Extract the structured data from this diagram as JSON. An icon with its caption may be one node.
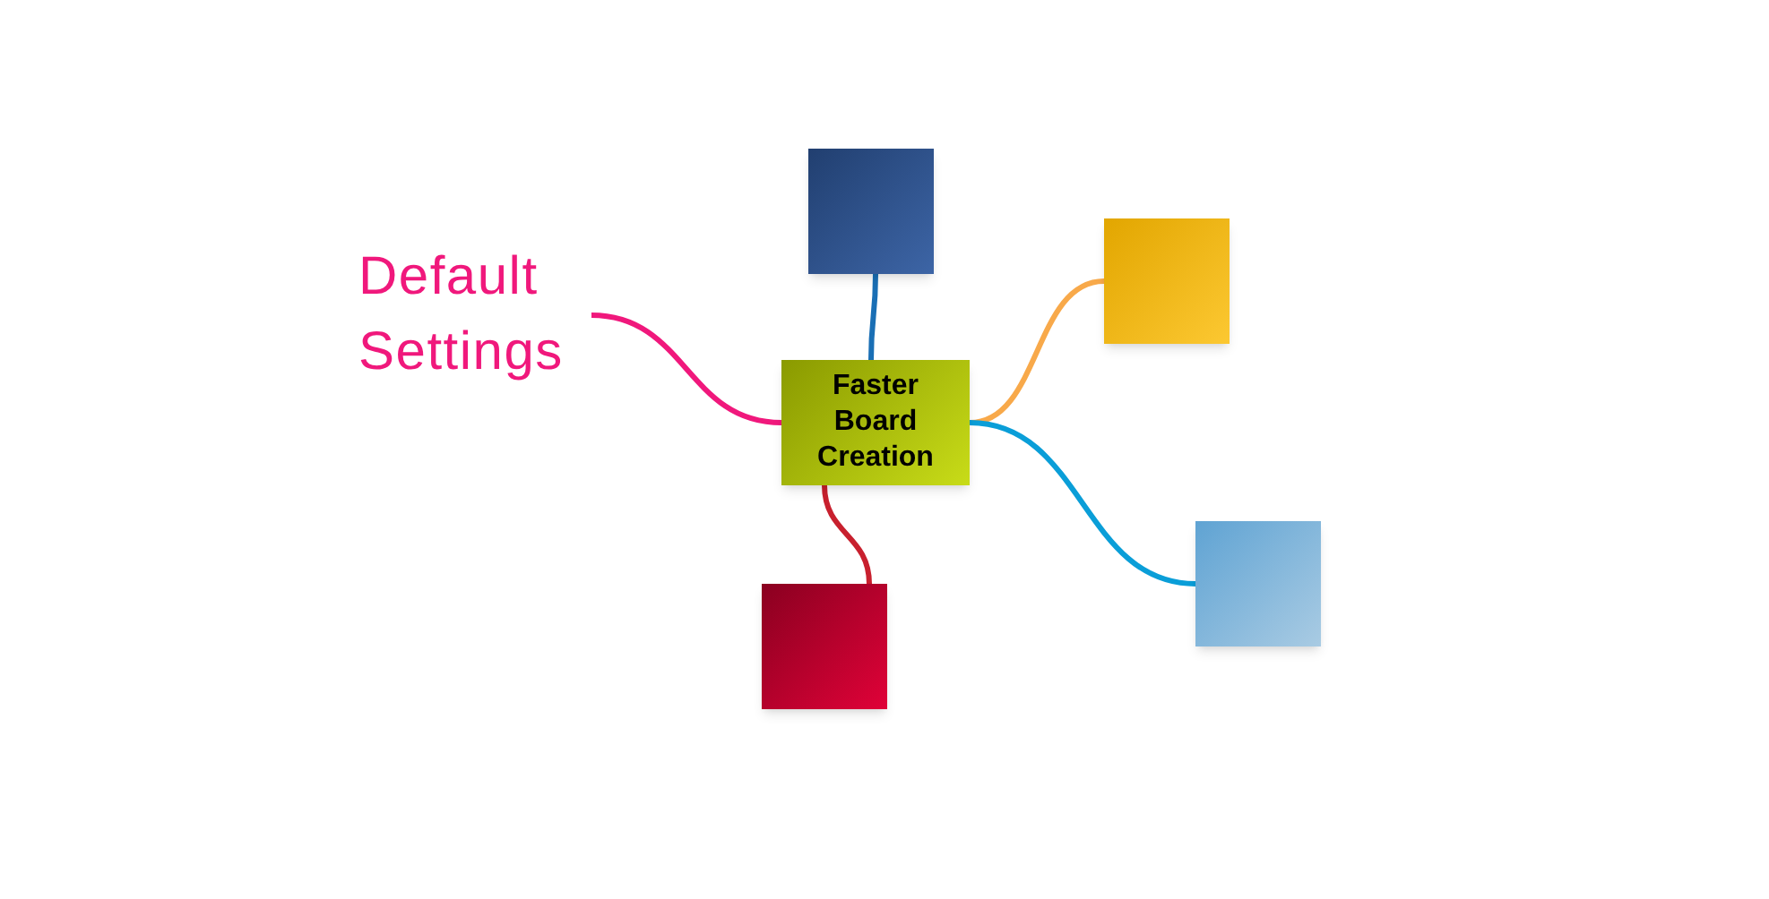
{
  "diagram": {
    "nodes": [
      {
        "text": [
          "Faster Board Creation"
        ]
      },
      {
        "text": [
          "Default Settings"
        ]
      },
      {
        "text": [],
        "shape": "box"
      },
      {
        "text": [],
        "shape": "box"
      },
      {
        "text": [],
        "shape": "box"
      },
      {
        "text": [],
        "shape": "box"
      }
    ],
    "edges": [
      {
        "from": 0,
        "to": 1,
        "arrow": "none",
        "color": "#f0187c"
      },
      {
        "from": 0,
        "to": 2,
        "arrow": "none",
        "color": "#1a6fb5"
      },
      {
        "from": 0,
        "to": 3,
        "arrow": "none",
        "color": "#f8a94a"
      },
      {
        "from": 0,
        "to": 4,
        "arrow": "none",
        "color": "#0a9ed8"
      },
      {
        "from": 0,
        "to": 5,
        "arrow": "none",
        "color": "#c8202e"
      }
    ]
  }
}
